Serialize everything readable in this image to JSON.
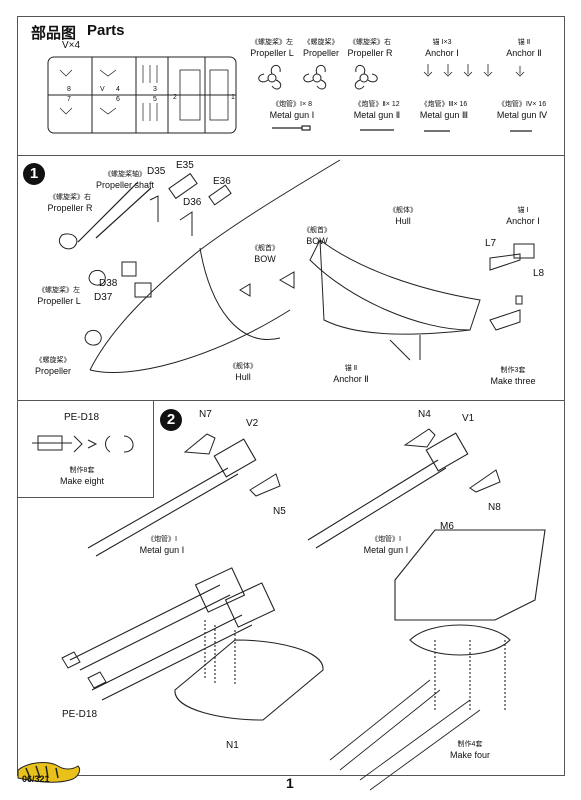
{
  "parts_header": {
    "title_cn": "部品图",
    "title_en": "Parts",
    "sprue": "V×4"
  },
  "sprue_numbers": [
    "8",
    "V",
    "4",
    "3",
    "2",
    "1",
    "7",
    "6",
    "5"
  ],
  "parts": {
    "prop_l": {
      "cn": "《螺旋桨》左",
      "en": "Propeller  L"
    },
    "prop": {
      "cn": "《螺旋桨》",
      "en": "Propeller"
    },
    "prop_r": {
      "cn": "《螺旋桨》右",
      "en": "Propeller R"
    },
    "anchor1": {
      "cn": "锚 Ⅰ×3",
      "en": "Anchor Ⅰ"
    },
    "anchor2": {
      "cn": "锚 Ⅱ",
      "en": "Anchor  Ⅱ"
    },
    "gun1": {
      "cn": "《炮管》Ⅰ× 8",
      "en": "Metal gun Ⅰ"
    },
    "gun2": {
      "cn": "《炮管》Ⅱ× 12",
      "en": "Metal gun Ⅱ"
    },
    "gun3": {
      "cn": "《炮管》Ⅲ× 16",
      "en": "Metal gun Ⅲ"
    },
    "gun4": {
      "cn": "《炮管》Ⅳ× 16",
      "en": "Metal gun Ⅳ"
    }
  },
  "step1": {
    "number": "1",
    "shaft_cn": "《螺旋桨轴》",
    "shaft_en": "Propeller shaft",
    "prop_r_cn": "《螺旋桨》右",
    "prop_r_en": "Propeller R",
    "prop_l_cn": "《螺旋桨》左",
    "prop_l_en": "Propeller  L",
    "prop_cn": "《螺旋桨》",
    "prop_en": "Propeller",
    "d35": "D35",
    "e35": "E35",
    "e36": "E36",
    "d36": "D36",
    "d38": "D38",
    "d37": "D37",
    "bow_cn": "《舰首》",
    "bow_en": "BOW",
    "hull_cn": "《舰体》",
    "hull_en": "Hull",
    "bow2_cn": "《舰首》",
    "bow2_en": "BOW",
    "hull2_cn": "《舰体》",
    "hull2_en": "Hull",
    "anchor1_cn": "锚 Ⅰ",
    "anchor1_en": "Anchor Ⅰ",
    "l7": "L7",
    "l8": "L8",
    "anchor2_cn": "锚 Ⅱ",
    "anchor2_en": "Anchor  Ⅱ",
    "make_cn": "制作3套",
    "make_en": "Make three"
  },
  "inset": {
    "title": "PE-D18",
    "make_cn": "制作8套",
    "make_en": "Make eight"
  },
  "step2": {
    "number": "2",
    "n7": "N7",
    "v2": "V2",
    "n5": "N5",
    "n4": "N4",
    "v1": "V1",
    "n8": "N8",
    "gun_cn": "《炮管》Ⅰ",
    "gun_en": "Metal gun Ⅰ",
    "gun2_cn": "《炮管》Ⅰ",
    "gun2_en": "Metal gun Ⅰ",
    "m6": "M6",
    "pe": "PE-D18",
    "n1": "N1",
    "make_cn": "制作4套",
    "make_en": "Make four"
  },
  "footer": {
    "logo_text": "06/321",
    "page": "1"
  }
}
